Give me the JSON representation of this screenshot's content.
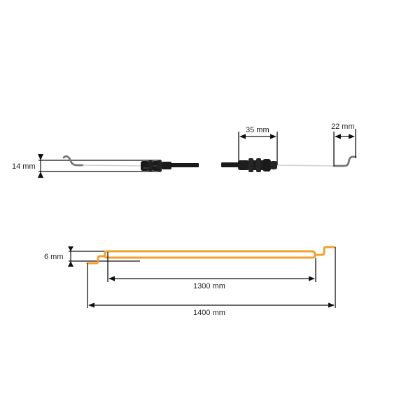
{
  "colors": {
    "cable_orange": "#F0A030",
    "dimension_line": "#111111",
    "cable_black": "#1a1a1a",
    "wire_grey": "#c8c8c8"
  },
  "top_left_view": {
    "dimension_label": "14 mm"
  },
  "top_right_view": {
    "connector_dimension_label": "35 mm",
    "hook_dimension_label": "22 mm"
  },
  "bottom_view": {
    "height_dimension_label": "6 mm",
    "inner_length_label": "1300 mm",
    "total_length_label": "1400 mm"
  }
}
